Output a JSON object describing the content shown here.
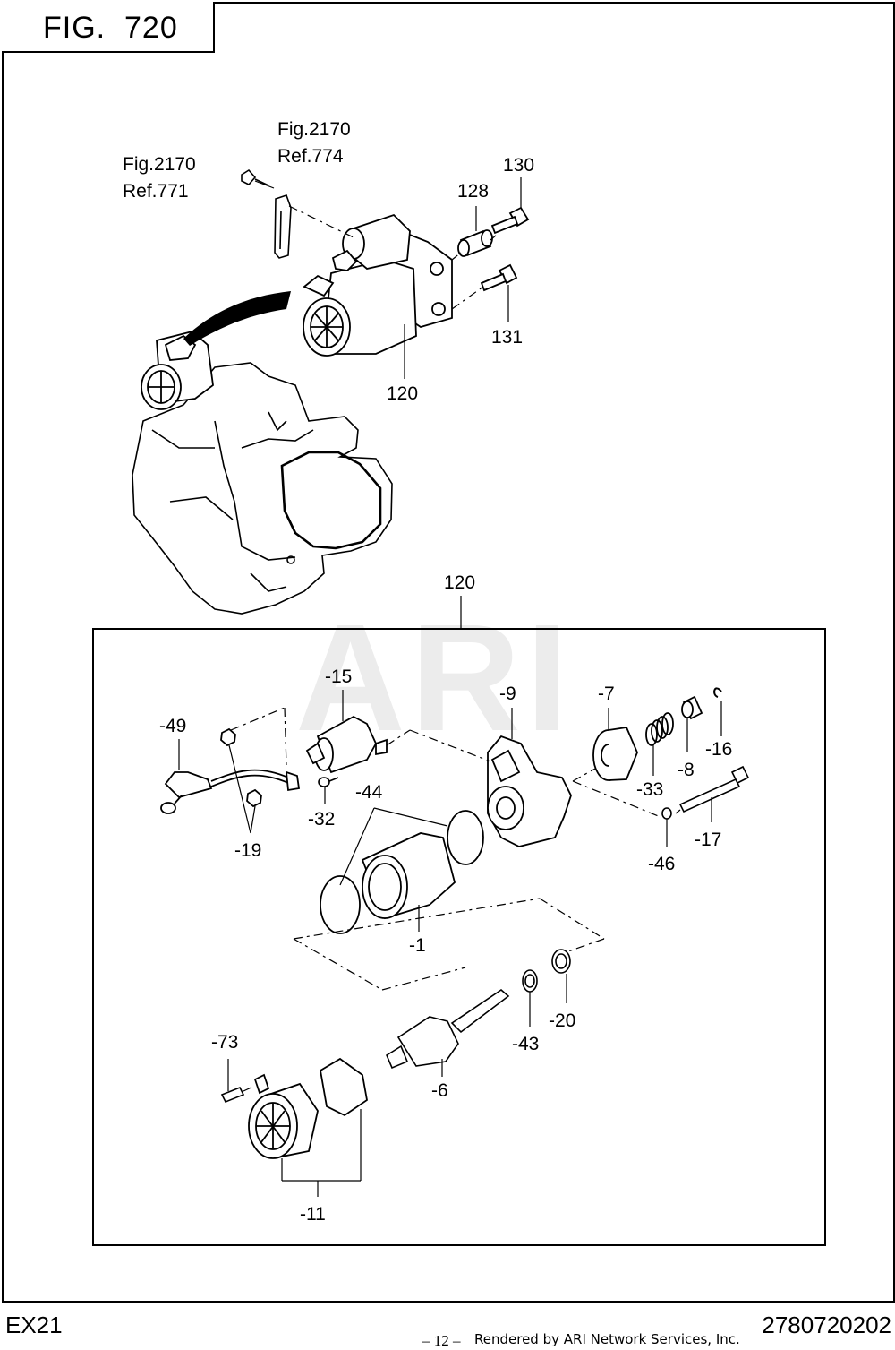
{
  "figure": {
    "title": "FIG.  720"
  },
  "callouts": {
    "ref_771": [
      "Fig.2170",
      "Ref.771"
    ],
    "ref_774": [
      "Fig.2170",
      "Ref.774"
    ],
    "p130": "130",
    "p128": "128",
    "p131": "131",
    "p120_top": "120",
    "p120_assy": "120",
    "p49": "-49",
    "p15": "-15",
    "p9": "-9",
    "p7": "-7",
    "p16": "-16",
    "p8": "-8",
    "p33": "-33",
    "p44": "-44",
    "p32": "-32",
    "p19": "-19",
    "p17": "-17",
    "p46": "-46",
    "p1": "-1",
    "p20": "-20",
    "p43": "-43",
    "p73": "-73",
    "p6": "-6",
    "p11": "-11"
  },
  "watermark": "ARI",
  "footer": {
    "model": "EX21",
    "page": "– 12 –",
    "rendered_by": "Rendered by ARI Network Services, Inc.",
    "code": "2780720202"
  }
}
